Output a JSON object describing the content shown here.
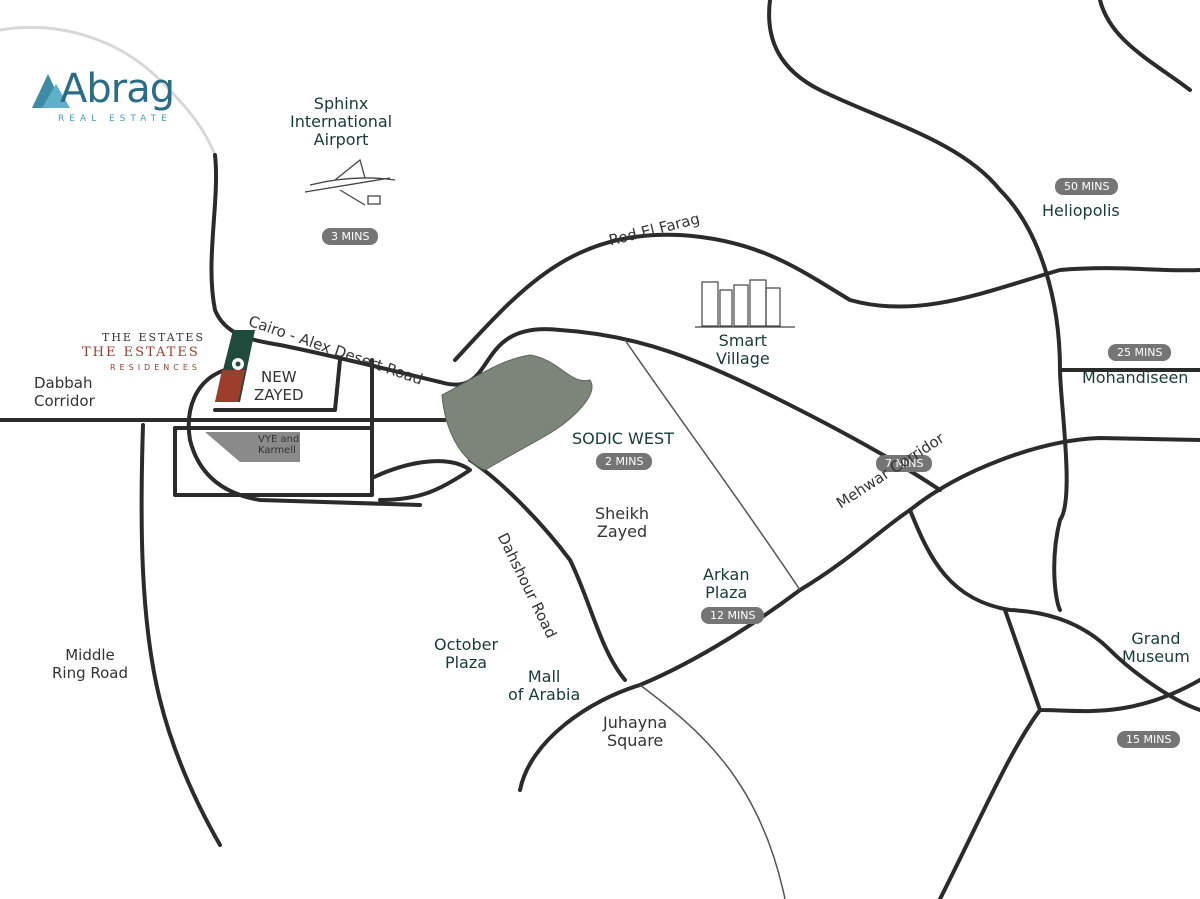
{
  "logo": {
    "name": "Abrag",
    "tagline": "REAL ESTATE",
    "icon": "building-logo-icon",
    "color": "#2a6d84"
  },
  "project": {
    "title_top": "THE ESTATES",
    "title_main": "THE ESTATES",
    "title_sub": "RESIDENCES",
    "pin_icon": "location-pin-icon",
    "accent_green": "#1f4a3c",
    "accent_red": "#9c3d2e"
  },
  "places": {
    "sphinx": "Sphinx International Airport",
    "sphinx_lines": [
      "Sphinx",
      "International",
      "Airport"
    ],
    "heliopolis": "Heliopolis",
    "smart_village": [
      "Smart",
      "Village"
    ],
    "mohandiseen": "Mohandiseen",
    "sodic_west": "SODIC WEST",
    "sheikh_zayed": [
      "Sheikh",
      "Zayed"
    ],
    "arkan_plaza": [
      "Arkan",
      "Plaza"
    ],
    "october_plaza": [
      "October",
      "Plaza"
    ],
    "mall_of_arabia": [
      "Mall",
      "of Arabia"
    ],
    "juhayna_square": [
      "Juhayna",
      "Square"
    ],
    "grand_museum": [
      "Grand",
      "Museum"
    ],
    "new_zayed": [
      "NEW",
      "ZAYED"
    ],
    "vye": [
      "VYE and",
      "Karmell"
    ]
  },
  "roads": {
    "cairo_alex": "Cairo - Alex Desert Road",
    "rod_el_farag": "Rod El Farag",
    "dabbah": [
      "Dabbah",
      "Corridor"
    ],
    "dahshour": "Dahshour Road",
    "mehwar": "Mehwar Corridor",
    "middle_ring": [
      "Middle",
      "Ring Road"
    ]
  },
  "times": {
    "sphinx": "3 MINS",
    "heliopolis": "50 MINS",
    "mohandiseen": "25 MINS",
    "sodic": "2 MINS",
    "mehwar": "7 MINS",
    "arkan": "12 MINS",
    "grand_museum": "15 MINS"
  },
  "icons": {
    "airplane": "airplane-icon",
    "smart_village": "skyline-icon",
    "sodic": "aerial-compound-icon"
  }
}
